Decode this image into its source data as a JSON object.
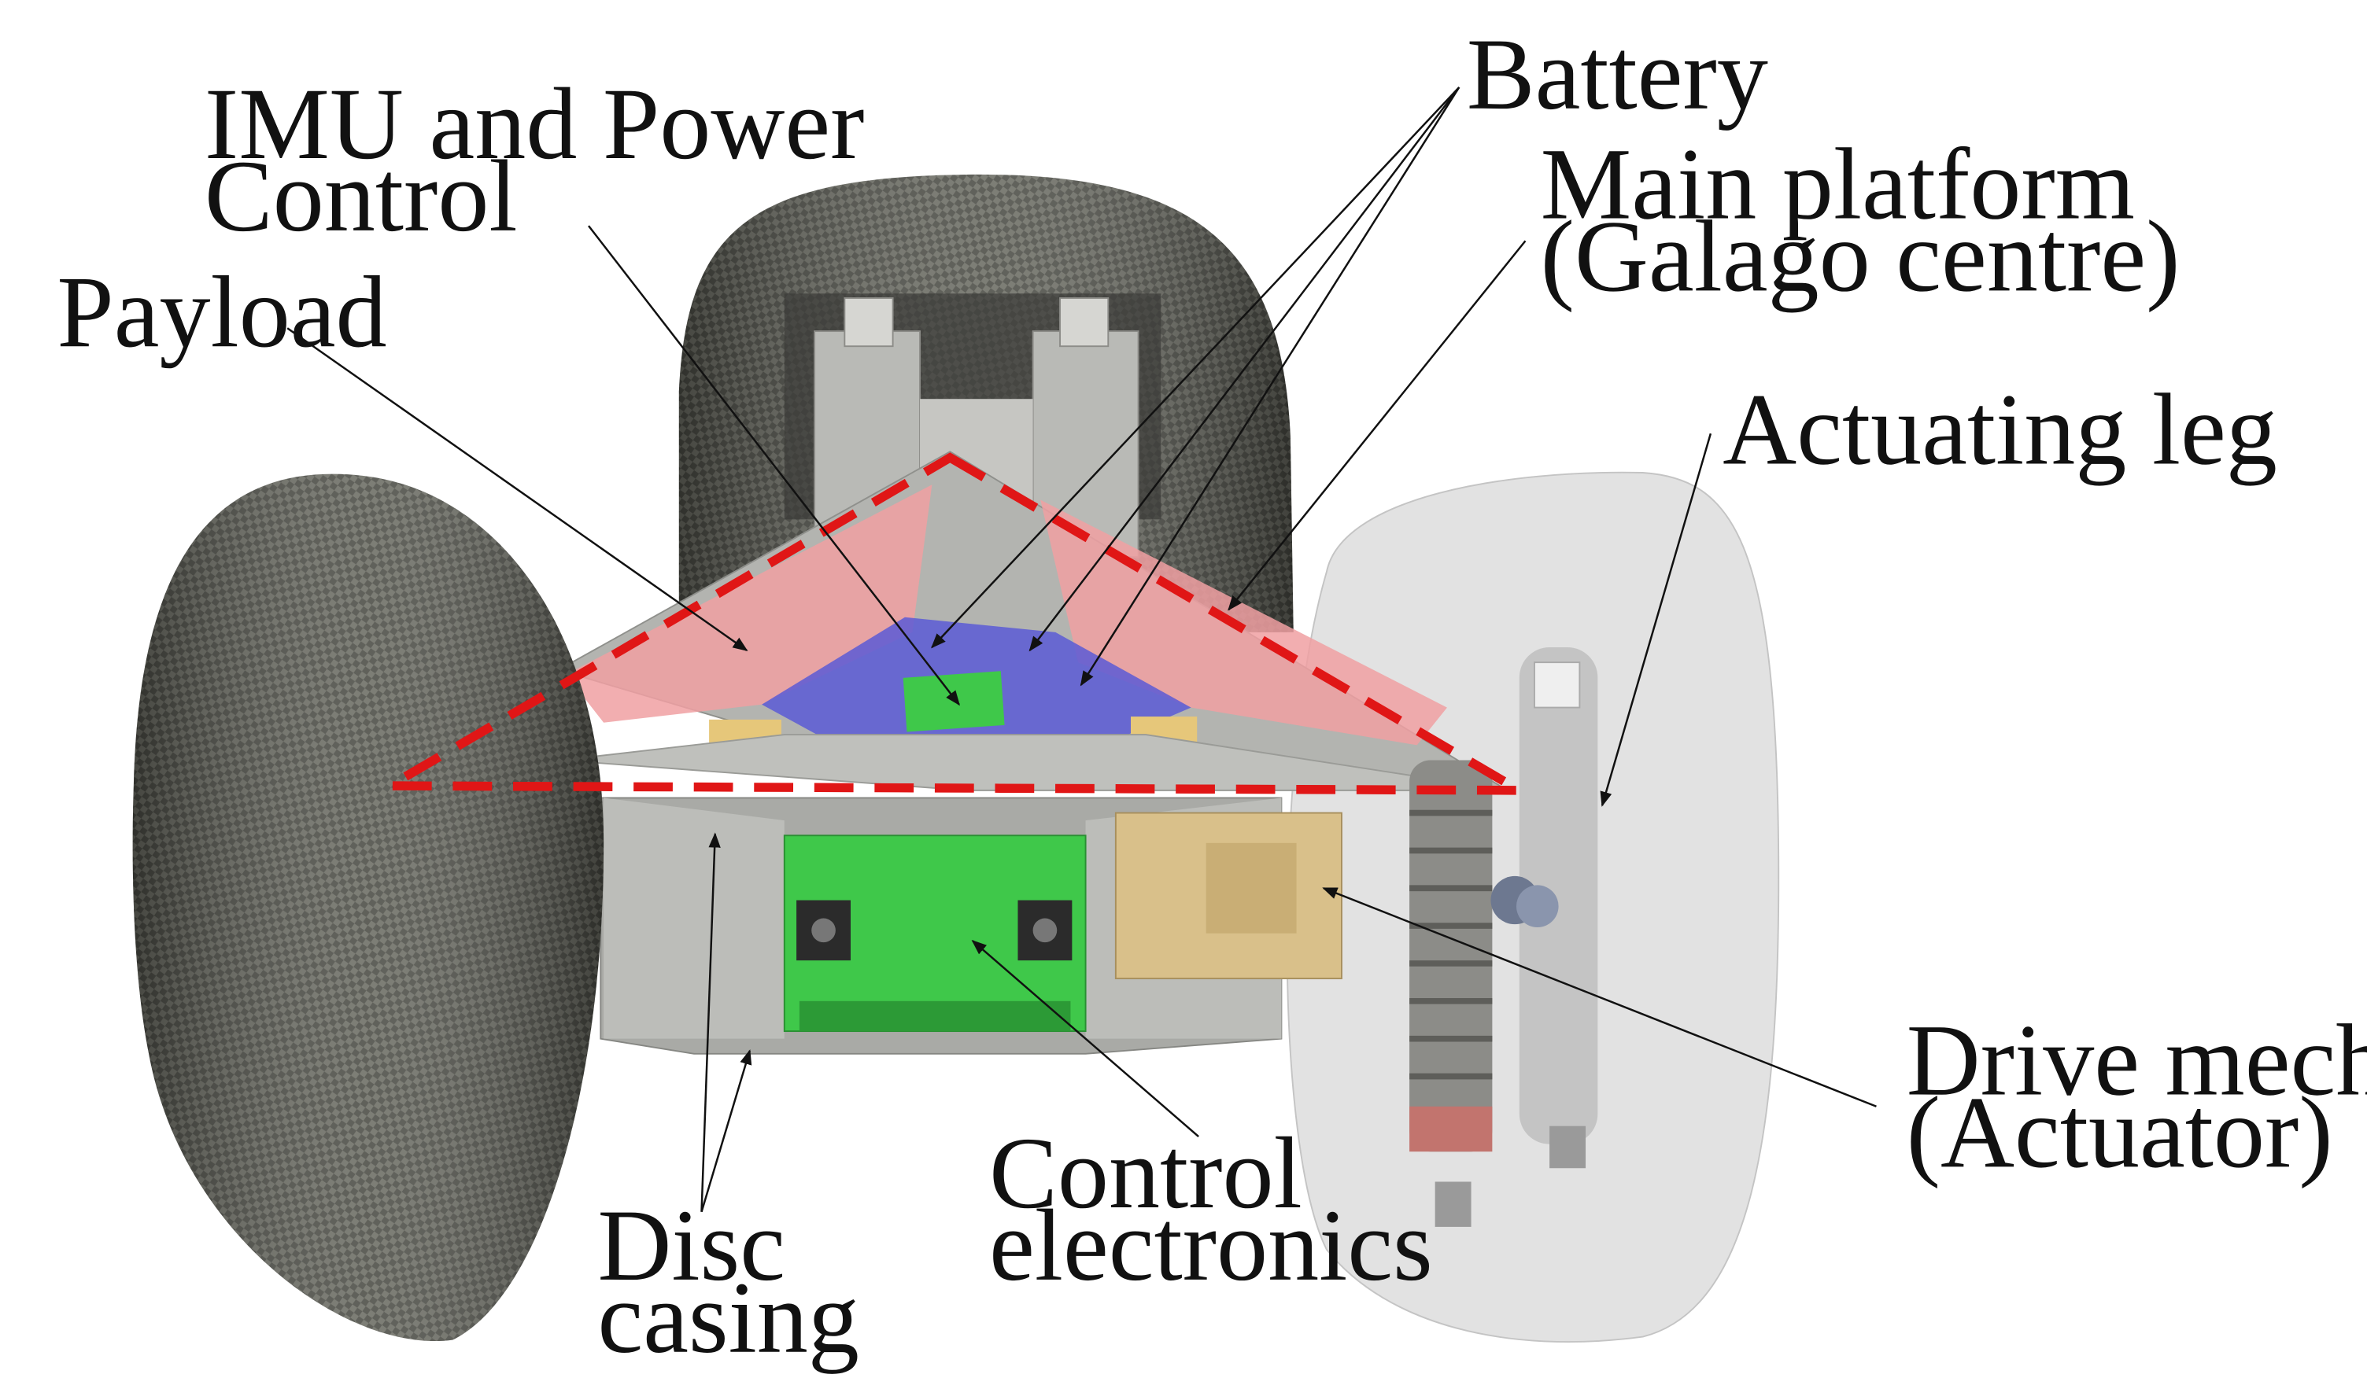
{
  "figure": {
    "labels": {
      "battery": "Battery",
      "imu_line1": "IMU and Power",
      "imu_line2": "Control",
      "main_line1": "Main platform",
      "main_line2": "(Galago centre)",
      "payload": "Payload",
      "actuating_leg": "Actuating leg",
      "drive_line1": "Drive mechanism",
      "drive_line2": "(Actuator)",
      "control_line1": "Control",
      "control_line2": "electronics",
      "disc_line1": "Disc",
      "disc_line2": "casing"
    },
    "colors": {
      "carbon_fibre": "#4a4b44",
      "frame_grey": "#a9aaa6",
      "payload_red": "#f0a0a2",
      "battery_blue": "#5b5bd6",
      "board_green": "#3fc84a",
      "dashed_outline": "#e01616",
      "actuator_tan": "#d9c08a",
      "transparent_wheel": "#d8d8d8"
    }
  }
}
